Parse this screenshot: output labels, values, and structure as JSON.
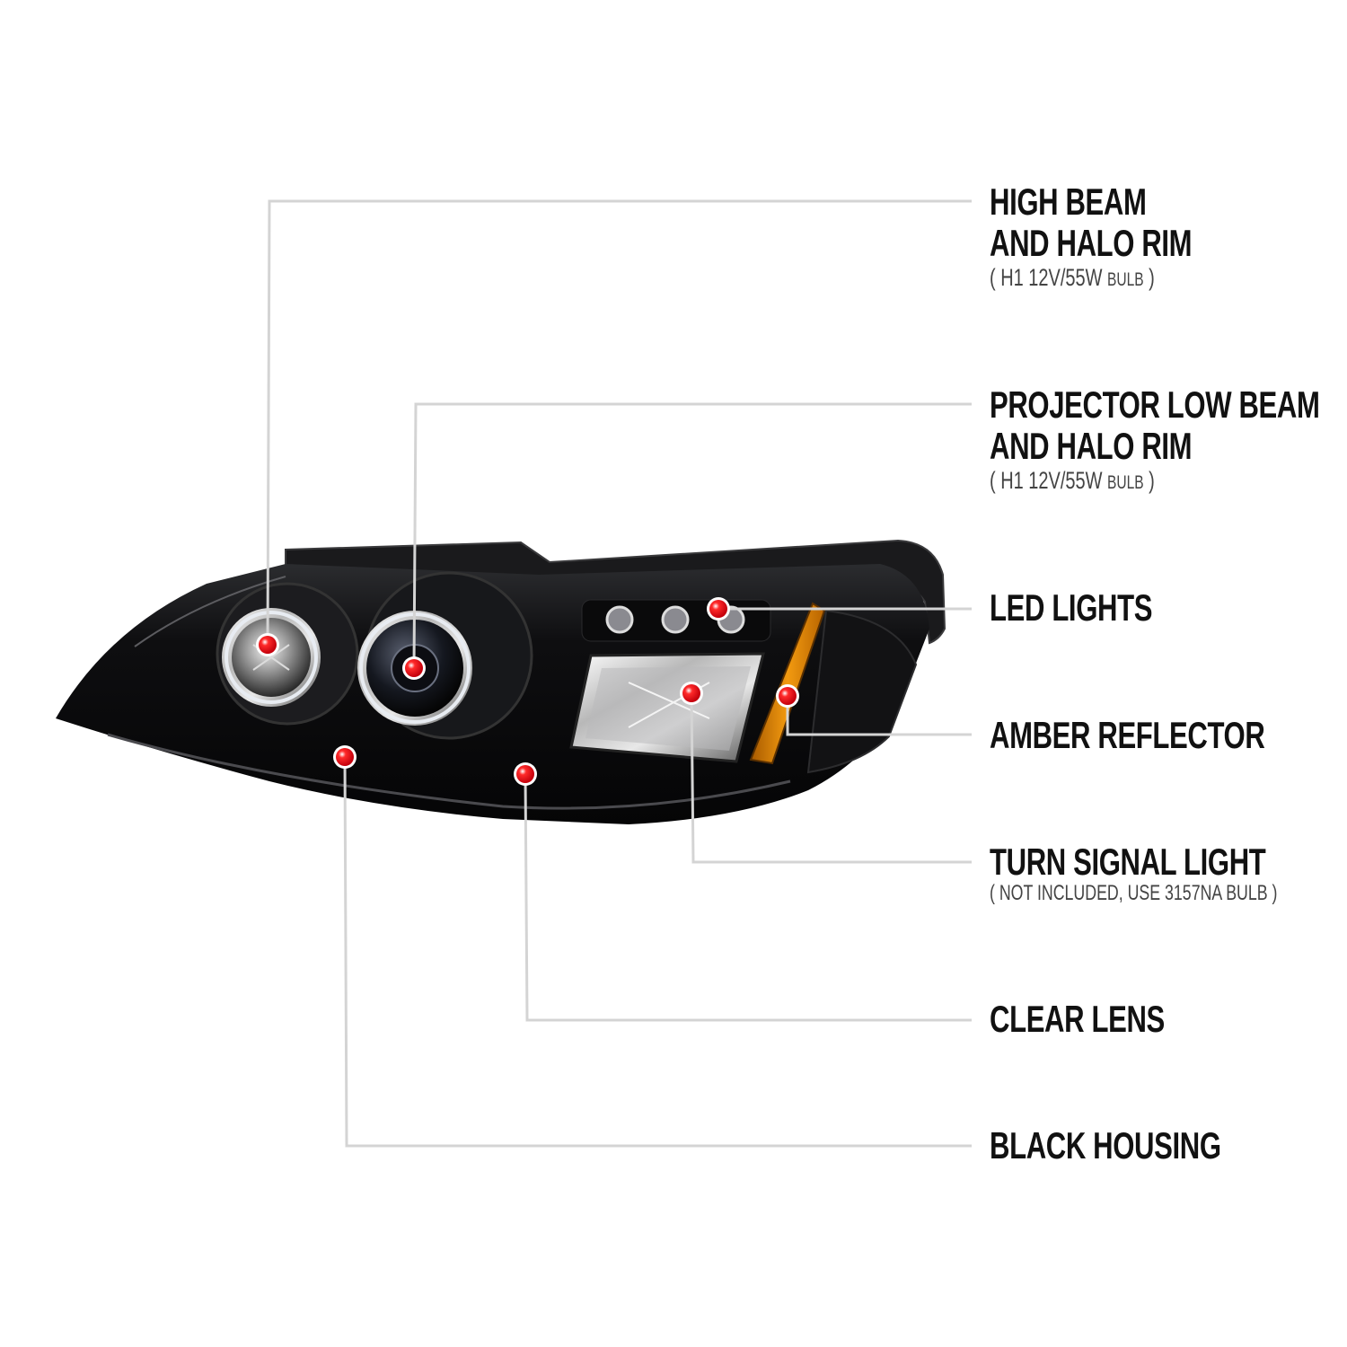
{
  "colors": {
    "background": "#ffffff",
    "leader_line": "#d4d4d4",
    "marker_dot": "#e10010",
    "housing": "#0b0b0c",
    "amber": "#e08a00",
    "text": "#111111"
  },
  "callouts": [
    {
      "id": "high-beam",
      "lines": [
        "HIGH BEAM",
        "AND HALO RIM"
      ],
      "note": {
        "prefix": "( H1 12V/55W ",
        "small": "BULB",
        "suffix": " )"
      }
    },
    {
      "id": "projector-low-beam",
      "lines": [
        "PROJECTOR LOW BEAM",
        "AND HALO RIM"
      ],
      "note": {
        "prefix": "( H1  12V/55W ",
        "small": "BULB",
        "suffix": " )"
      }
    },
    {
      "id": "led-lights",
      "lines": [
        "LED LIGHTS"
      ]
    },
    {
      "id": "amber-reflector",
      "lines": [
        "AMBER REFLECTOR"
      ]
    },
    {
      "id": "turn-signal",
      "lines": [
        "TURN SIGNAL LIGHT"
      ],
      "note": {
        "prefix": "( NOT INCLUDED, USE  3157NA  BULB )",
        "small": "",
        "suffix": ""
      }
    },
    {
      "id": "clear-lens",
      "lines": [
        "CLEAR LENS"
      ]
    },
    {
      "id": "black-housing",
      "lines": [
        "BLACK HOUSING"
      ]
    }
  ]
}
